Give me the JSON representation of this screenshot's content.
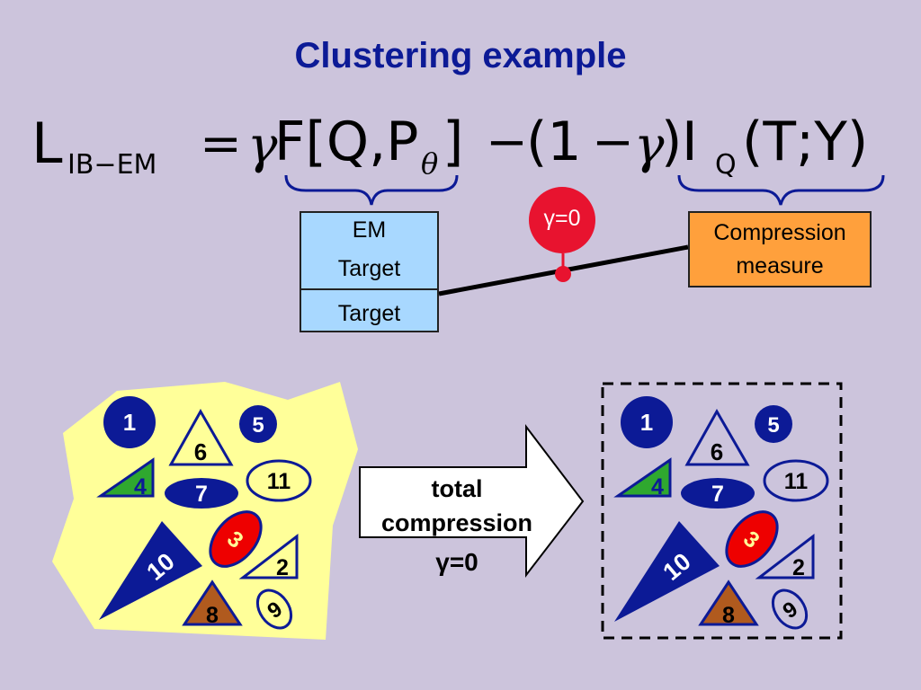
{
  "title": "Clustering example",
  "equation": {
    "lhs_main": "L",
    "lhs_sub": "IB−EM",
    "equals": "=",
    "gamma": "γ",
    "f_open": "F[Q,P",
    "theta": "θ",
    "f_close": "]",
    "minus": "−",
    "paren_open": "(1",
    "minus2": "−",
    "paren_close": ")",
    "i_main": "I",
    "i_sub": "Q",
    "i_args": "(T;Y)"
  },
  "em_target_box": {
    "line1": "EM",
    "line2": "Target",
    "line3": "Target"
  },
  "compression_box": {
    "line1": "Compression",
    "line2": "measure"
  },
  "gamma_badge": "γ=0",
  "arrow": {
    "line1": "total",
    "line2": "compression",
    "line3": "γ=0"
  },
  "shapes": {
    "s1": "1",
    "s2": "2",
    "s3": "3",
    "s4": "4",
    "s5": "5",
    "s6": "6",
    "s7": "7",
    "s8": "8",
    "s9": "9",
    "s10": "10",
    "s11": "11"
  },
  "colors": {
    "background": "#ccc4dc",
    "title": "#0c1a96",
    "dark_blue": "#0c1a96",
    "em_box": "#a8d8ff",
    "compression_box": "#ffa03c",
    "badge_red": "#e8132f",
    "cluster_yellow": "#ffff99",
    "green": "#2fa82f",
    "red": "#ee0000",
    "brown": "#b05a1e"
  }
}
